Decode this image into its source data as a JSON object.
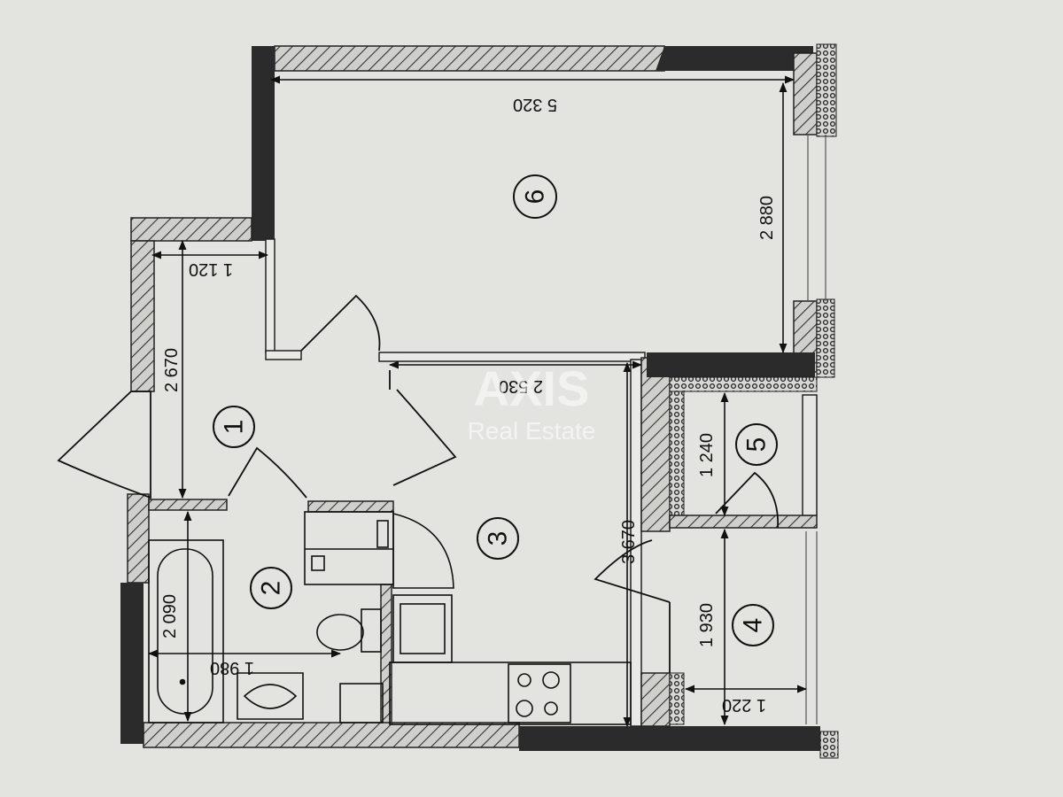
{
  "rooms": [
    {
      "number": "1"
    },
    {
      "number": "2"
    },
    {
      "number": "3"
    },
    {
      "number": "4"
    },
    {
      "number": "5"
    },
    {
      "number": "6"
    }
  ],
  "dimensions": {
    "room6_width": "5 320",
    "room6_depth": "2 880",
    "hall_width": "1 120",
    "hall_length": "2 670",
    "kitchen_width": "2 530",
    "kitchen_length": "3 670",
    "room5_length": "1 240",
    "room4_length": "1 930",
    "room4_width": "1 220",
    "bath_length": "2 090",
    "bath_width": "1 980"
  },
  "watermark": {
    "brand": "AXIS",
    "tagline": "Real Estate"
  },
  "colors": {
    "paper": "#e3e3e0",
    "ink": "#111111",
    "solid_wall": "#2b2b2b"
  }
}
